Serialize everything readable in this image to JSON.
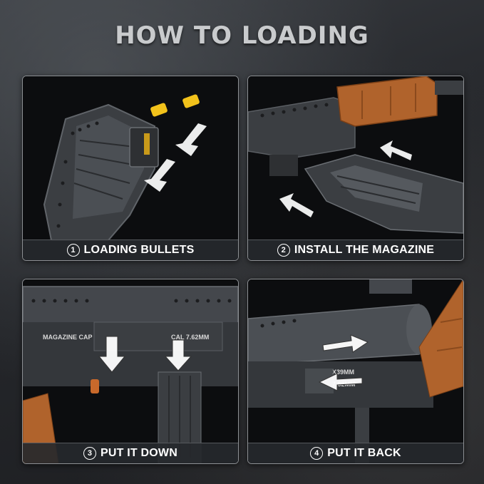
{
  "header": {
    "title": "HOW TO LOADING"
  },
  "steps": [
    {
      "number": "1",
      "label": "LOADING BULLETS"
    },
    {
      "number": "2",
      "label": "INSTALL THE MAGAZINE"
    },
    {
      "number": "3",
      "label": "PUT IT DOWN",
      "model_text": [
        "MAGAZINE CAP",
        "CAL 7.62MM"
      ]
    },
    {
      "number": "4",
      "label": "PUT IT BACK",
      "model_text": [
        "X39MM",
        "7.62MM"
      ]
    }
  ],
  "colors": {
    "brick_dark": "#3b3e42",
    "brick_mid": "#55595e",
    "wood": "#b0632c",
    "bullet": "#f2c21b",
    "arrow": "#ffffff"
  }
}
